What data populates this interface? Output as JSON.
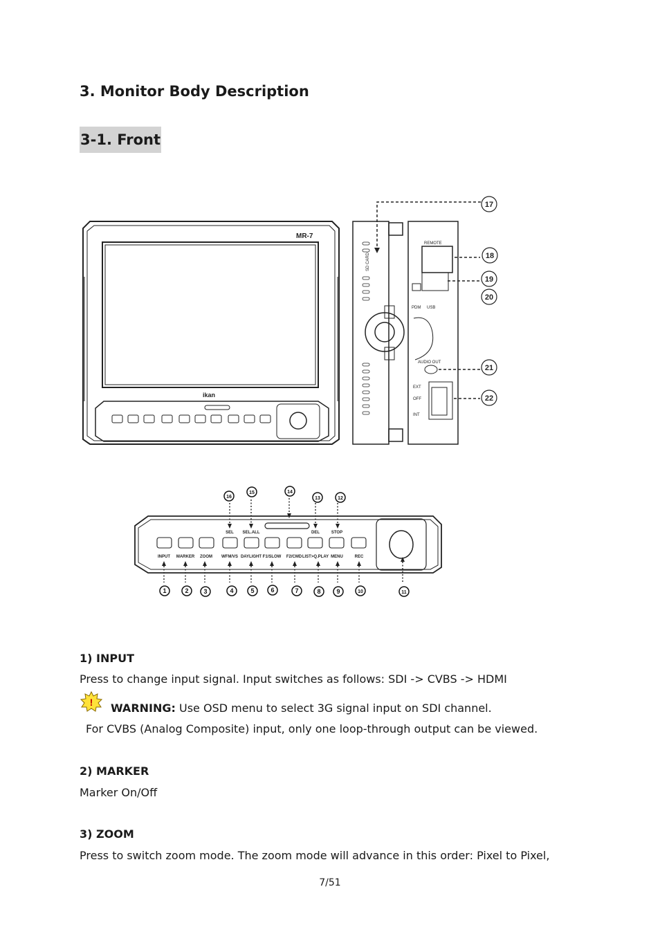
{
  "section_title": "3. Monitor Body Description",
  "subsection_title": "3-1. Front",
  "figure1": {
    "model_label": "MR-7",
    "brand_label": "ikan",
    "sdcard_label": "SD CARD",
    "remote_label": "REMOTE",
    "pdm_label": "PDM",
    "usb_label": "USB",
    "audio_out_label": "AUDIO OUT",
    "ext_label": "EXT",
    "off_label": "OFF",
    "int_label": "INT",
    "callouts": [
      "17",
      "18",
      "19",
      "20",
      "21",
      "22"
    ]
  },
  "figure2": {
    "button_labels": [
      "INPUT",
      "MARKER",
      "ZOOM",
      "WFM/VS",
      "DAYLIGHT",
      "F1/SLOW",
      "F2/CMD",
      "LIST>Q.PLAY",
      "MENU",
      "REC"
    ],
    "top_labels": [
      "SEL",
      "SEL.ALL",
      "DEL",
      "STOP"
    ],
    "bottom_numbers": [
      "1",
      "2",
      "3",
      "4",
      "5",
      "6",
      "7",
      "8",
      "9",
      "10",
      "11"
    ],
    "top_numbers": [
      "16",
      "15",
      "14",
      "13",
      "12"
    ]
  },
  "items": [
    {
      "title": "1) INPUT",
      "text": "Press to change input signal. Input switches as follows: SDI -> CVBS -> HDMI"
    },
    {
      "title": "2) MARKER",
      "text": "Marker On/Off"
    },
    {
      "title": "3) ZOOM",
      "text": "Press to switch zoom mode. The zoom mode will advance in this order: Pixel to Pixel,"
    }
  ],
  "warning": {
    "icon": "warning-icon",
    "label": "WARNING:",
    "text": " Use OSD menu to select 3G signal input on SDI channel.",
    "note": "For CVBS (Analog Composite) input, only one loop-through output can be viewed."
  },
  "page_number": "7/51"
}
